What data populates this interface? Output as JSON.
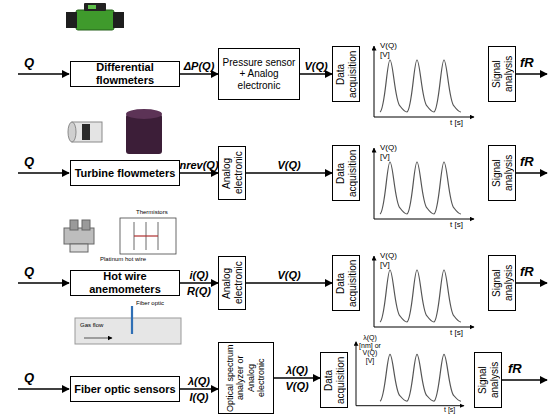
{
  "diagram": {
    "nodes": [
      {
        "text": [
          "Differential flowmeters"
        ]
      },
      {
        "text": [
          "Pressure sensor + Analog electronic"
        ]
      },
      {
        "text": [
          "Data acquisition"
        ]
      },
      {
        "text": [
          "Signal analysis"
        ]
      },
      {
        "text": [
          "Turbine flowmeters"
        ]
      },
      {
        "text": [
          "Analog electronic"
        ]
      },
      {
        "text": [
          "Data acquisition"
        ]
      },
      {
        "text": [
          "Signal analysis"
        ]
      },
      {
        "text": [
          "Hot wire anemometers"
        ]
      },
      {
        "text": [
          "Analog electronic"
        ]
      },
      {
        "text": [
          "Data acquisition"
        ]
      },
      {
        "text": [
          "Signal analysis"
        ]
      },
      {
        "text": [
          "Fiber optic sensors"
        ]
      },
      {
        "text": [
          "Optical spectrum analyzer or Analog electronic"
        ]
      },
      {
        "text": [
          "Data acquisition"
        ]
      },
      {
        "text": [
          "Signal analysis"
        ]
      }
    ],
    "edges": [
      {
        "from": 0,
        "to": 1,
        "arrow": "to",
        "label": "ΔP(Q)"
      },
      {
        "from": 1,
        "to": 2,
        "arrow": "to",
        "label": "V(Q)"
      },
      {
        "from": 4,
        "to": 5,
        "arrow": "to",
        "label": "nrev(Q)"
      },
      {
        "from": 5,
        "to": 6,
        "arrow": "to",
        "label": "V(Q)"
      },
      {
        "from": 8,
        "to": 9,
        "arrow": "to",
        "label": "i(Q) R(Q)"
      },
      {
        "from": 9,
        "to": 10,
        "arrow": "to",
        "label": "V(Q)"
      },
      {
        "from": 12,
        "to": 13,
        "arrow": "to",
        "label": "λ(Q) I(Q)"
      },
      {
        "from": 13,
        "to": 14,
        "arrow": "to",
        "label": "λ(Q) V(Q)"
      }
    ],
    "labels": [
      "Q",
      "fR",
      "V(Q) [V]",
      "t [s]",
      "Q",
      "fR",
      "V(Q) [V]",
      "t [s]",
      "Q",
      "fR",
      "Thermistors",
      "Platinum hot wire",
      "V(Q) [V]",
      "t [s]",
      "Q",
      "fR",
      "Gas flow",
      "Fiber optic",
      "λ(Q) [nm] or V(Q) [V]",
      "t [s]"
    ]
  }
}
